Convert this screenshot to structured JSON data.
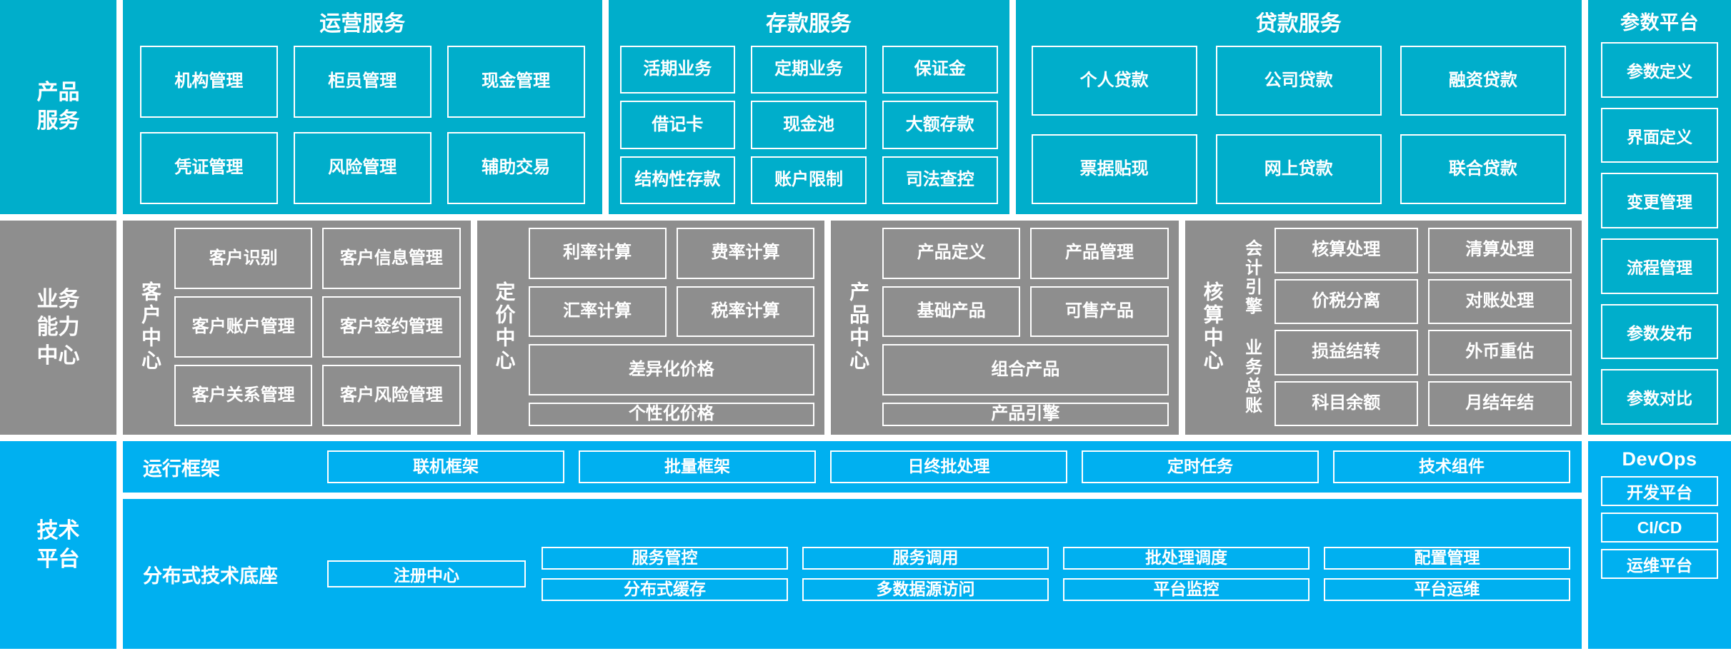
{
  "colors": {
    "teal": "#00AECB",
    "gray": "#8E8E8E",
    "blue": "#00B0F0",
    "white": "#FFFFFF"
  },
  "row_product_service": {
    "rail_label": "产品\n服务",
    "groups": [
      {
        "title": "运营服务",
        "items": [
          "机构管理",
          "柜员管理",
          "现金管理",
          "凭证管理",
          "风险管理",
          "辅助交易"
        ]
      },
      {
        "title": "存款服务",
        "items": [
          "活期业务",
          "定期业务",
          "保证金",
          "借记卡",
          "现金池",
          "大额存款",
          "结构性存款",
          "账户限制",
          "司法查控"
        ]
      },
      {
        "title": "贷款服务",
        "items": [
          "个人贷款",
          "公司贷款",
          "融资贷款",
          "票据贴现",
          "网上贷款",
          "联合贷款"
        ]
      }
    ],
    "side_panel": {
      "title": "参数平台",
      "items": [
        "参数定义",
        "界面定义",
        "变更管理",
        "流程管理",
        "参数发布",
        "参数对比"
      ]
    }
  },
  "row_business_capability": {
    "rail_label": "业务\n能力\n中心",
    "centers": [
      {
        "name": "客户中心",
        "items": [
          "客户识别",
          "客户信息管理",
          "客户账户管理",
          "客户签约管理",
          "客户关系管理",
          "客户风险管理"
        ]
      },
      {
        "name": "定价中心",
        "items": [
          "利率计算",
          "费率计算",
          "汇率计算",
          "税率计算",
          "差异化价格",
          "个性化价格"
        ]
      },
      {
        "name": "产品中心",
        "items": [
          "产品定义",
          "产品管理",
          "基础产品",
          "可售产品",
          "组合产品",
          "产品引擎"
        ]
      },
      {
        "name": "核算中心",
        "sub_labels": [
          "会计引擎",
          "业务总账"
        ],
        "items": [
          "核算处理",
          "清算处理",
          "价税分离",
          "对账处理",
          "损益结转",
          "外币重估",
          "科目余额",
          "月结年结"
        ]
      }
    ]
  },
  "row_technical_platform": {
    "rail_label": "技术\n平台",
    "runtime_framework": {
      "label": "运行框架",
      "items": [
        "联机框架",
        "批量框架",
        "日终批处理",
        "定时任务",
        "技术组件"
      ]
    },
    "distributed_base": {
      "label": "分布式技术底座",
      "registry": "注册中心",
      "items": [
        "服务管控",
        "服务调用",
        "批处理调度",
        "配置管理",
        "分布式缓存",
        "多数据源访问",
        "平台监控",
        "平台运维"
      ]
    },
    "side_panel": {
      "title": "DevOps",
      "items": [
        "开发平台",
        "CI/CD",
        "运维平台"
      ]
    }
  }
}
